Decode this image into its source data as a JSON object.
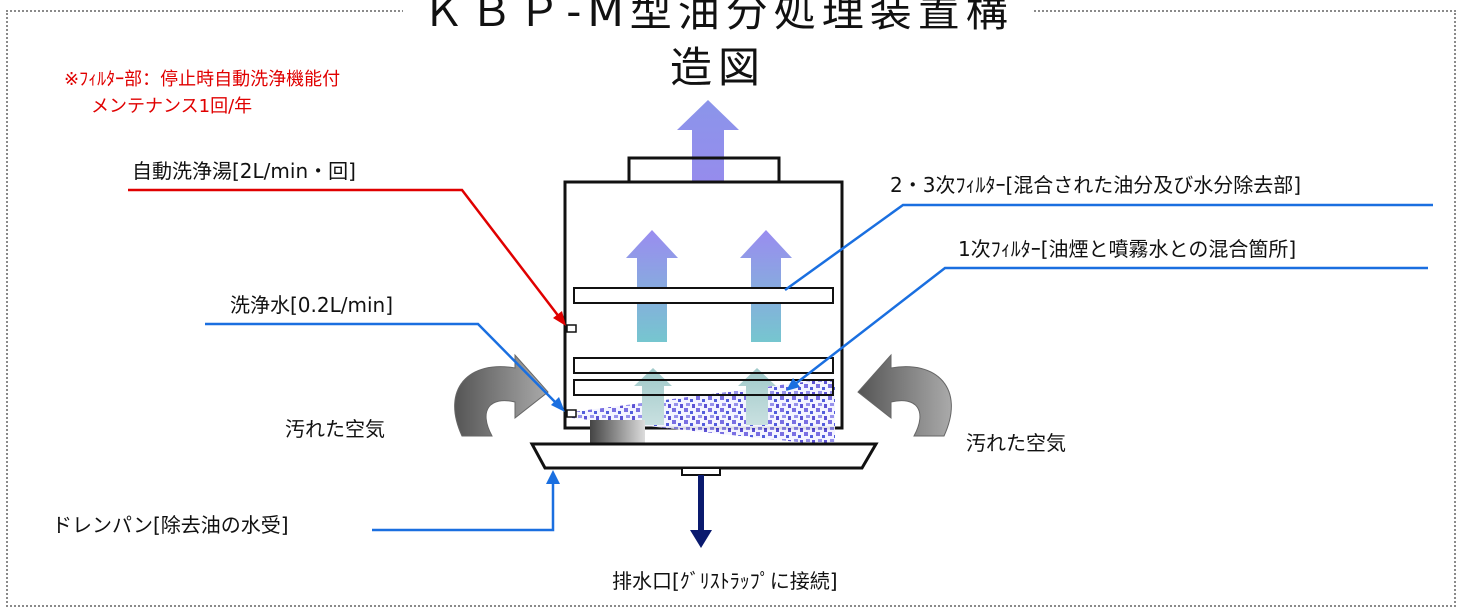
{
  "title": "ＫＢＰ-M型油分処理装置構造図",
  "notes": {
    "line1": "※ﾌｨﾙﾀｰ部：停止時自動洗浄機能付",
    "line2": "メンテナンス1回/年"
  },
  "labels": {
    "auto_wash": "自動洗浄湯[2L/min・回]",
    "wash_water": "洗浄水[0.2L/min]",
    "filter_23": "2・3次ﾌｨﾙﾀｰ[混合された油分及び水分除去部]",
    "filter_1": "1次ﾌｨﾙﾀｰ[油煙と噴霧水との混合箇所]",
    "dirty_air_left": "汚れた空気",
    "dirty_air_right": "汚れた空気",
    "drain_pan": "ドレンパン[除去油の水受]",
    "drain_outlet": "排水口[ｸﾞﾘｽﾄﾗｯﾌﾟに接続]"
  },
  "colors": {
    "auto_wash_line": "#e00000",
    "leader_line": "#1a6fe0",
    "note_text": "#e00000",
    "airflow_arrow": "#8f8fe8",
    "drain_arrow": "#0a1a6e"
  }
}
